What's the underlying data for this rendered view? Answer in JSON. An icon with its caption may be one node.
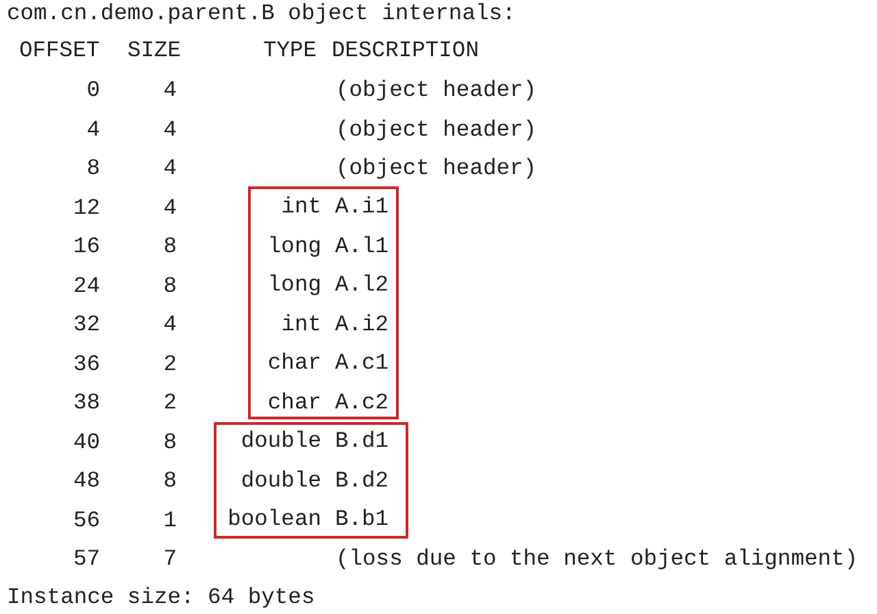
{
  "diagram": {
    "nodes": [
      {
        "text": [
          "int",
          "A.i1",
          "long",
          "A.l1",
          "long",
          "A.l2",
          "int",
          "A.i2",
          "char",
          "A.c1",
          "char",
          "A.c2"
        ]
      },
      {
        "text": [
          "double",
          "B.d1",
          "double",
          "B.d2",
          "boolean",
          "B.b1"
        ]
      }
    ],
    "labels": [
      "com.cn.demo.parent.B object internals:",
      "OFFSET",
      "SIZE",
      "TYPE",
      "DESCRIPTION",
      "0",
      "4",
      "(object header)",
      "4",
      "4",
      "(object header)",
      "8",
      "4",
      "(object header)",
      "12",
      "4",
      "16",
      "8",
      "24",
      "8",
      "32",
      "4",
      "36",
      "2",
      "38",
      "2",
      "40",
      "8",
      "48",
      "8",
      "56",
      "1",
      "57",
      "7",
      "(loss due to the next object alignment)",
      "Instance size: 64 bytes"
    ]
  }
}
